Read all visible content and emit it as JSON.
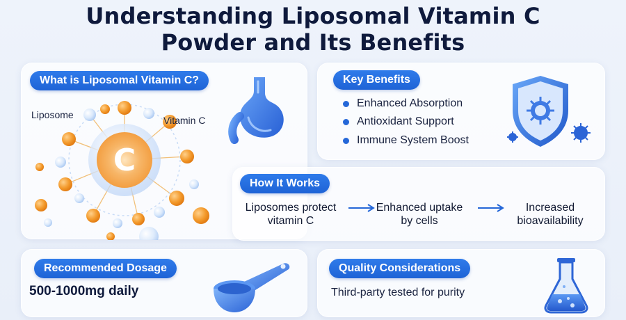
{
  "title": {
    "line1": "Understanding Liposomal Vitamin C",
    "line2": "Powder and Its Benefits"
  },
  "what_is": {
    "heading": "What is Liposomal Vitamin C?",
    "liposome_label": "Liposome",
    "vitamin_label": "Vitamin C",
    "center_letter": "C",
    "icons": [
      "liposome-cluster-icon",
      "stomach-icon"
    ]
  },
  "key_benefits": {
    "heading": "Key Benefits",
    "items": [
      "Enhanced Absorption",
      "Antioxidant Support",
      "Immune System Boost"
    ],
    "icon": "shield-virus-icon"
  },
  "how_it_works": {
    "heading": "How It Works",
    "steps": [
      {
        "line1": "Liposomes protect",
        "line2": "vitamin C"
      },
      {
        "line1": "Enhanced uptake",
        "line2": "by cells"
      },
      {
        "line1": "Increased",
        "line2": "bioavailability"
      }
    ]
  },
  "dosage": {
    "heading": "Recommended Dosage",
    "value": "500-1000mg daily",
    "icon": "measuring-scoop-icon"
  },
  "quality": {
    "heading": "Quality Considerations",
    "text": "Third-party tested for purity",
    "icon": "flask-icon"
  },
  "colors": {
    "accent": "#2467d8",
    "orange": "#f0962a",
    "title": "#0f1a3c"
  }
}
